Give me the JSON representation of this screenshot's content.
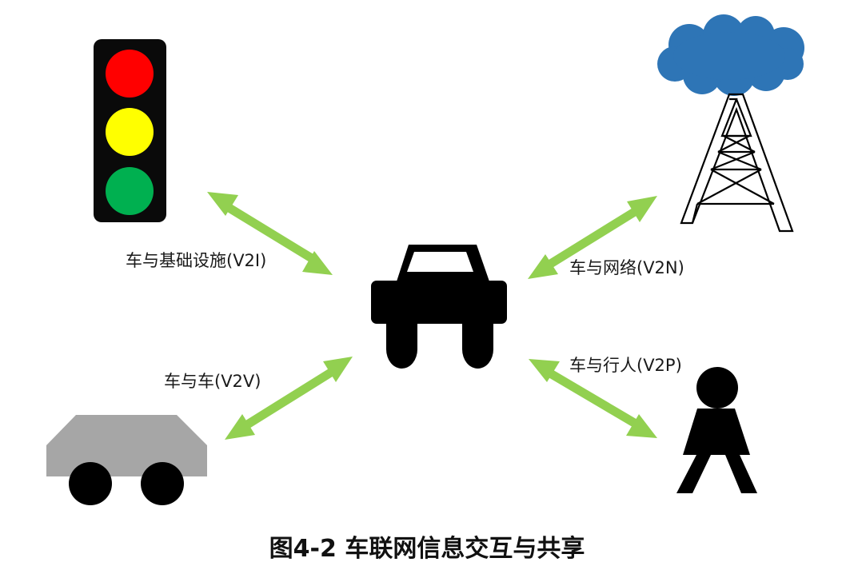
{
  "colors": {
    "arrow": "#92d050",
    "light_red": "#ff0000",
    "light_yellow": "#ffff00",
    "light_green": "#00b050",
    "light_housing": "#0a0a0a",
    "cloud": "#2e75b6",
    "other_car": "#a6a6a6",
    "ink": "#000000"
  },
  "icons": [
    "traffic-light-icon",
    "cloud-icon",
    "cell-tower-icon",
    "car-front-icon",
    "car-side-icon",
    "pedestrian-icon"
  ],
  "labels": {
    "v2i": "车与基础设施(V2I)",
    "v2n": "车与网络(V2N)",
    "v2v": "车与车(V2V)",
    "v2p": "车与行人(V2P)"
  },
  "caption": "图4-2 车联网信息交互与共享"
}
